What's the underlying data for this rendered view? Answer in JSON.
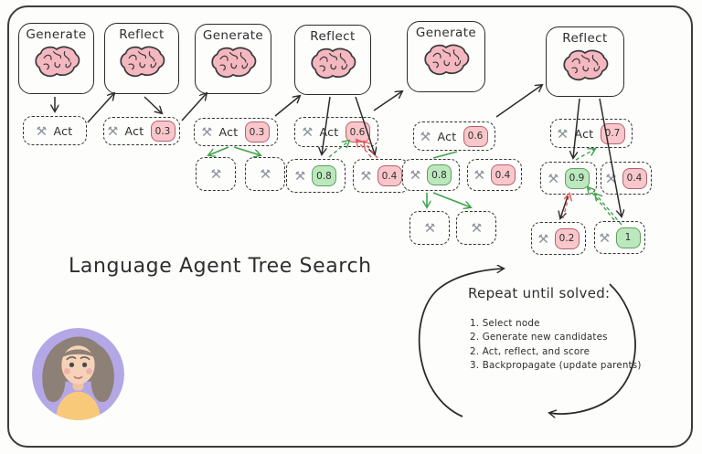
{
  "title": "Language Agent Tree Search",
  "panels": [
    {
      "label": "Generate"
    },
    {
      "label": "Reflect"
    },
    {
      "label": "Generate"
    },
    {
      "label": "Reflect"
    },
    {
      "label": "Generate"
    },
    {
      "label": "Reflect"
    }
  ],
  "act_label": "Act",
  "scores": {
    "act2": "0.3",
    "act3": "0.3",
    "act4": "0.6",
    "act5": "0.6",
    "act6": "0.7",
    "c4a": "0.8",
    "c4b": "0.4",
    "c5a": "0.8",
    "c5b": "0.4",
    "c6a": "0.9",
    "c6b": "0.4",
    "d6a": "0.2",
    "d6b": "1"
  },
  "note": {
    "heading": "Repeat until solved:",
    "items": [
      "1. Select node",
      "2. Generate new candidates",
      "2. Act, reflect, and score",
      "3. Backpropagate (update parents)"
    ]
  },
  "icons": {
    "tool": "hammer-and-pick-icon",
    "brain": "brain-icon",
    "avatar": "woman-avatar"
  },
  "colors": {
    "pink_fill": "#f9c7cb",
    "green_fill": "#bce8bd",
    "green_arrow": "#3fa24a",
    "red_arrow": "#e15b5b",
    "ink": "#2e2e2e",
    "avatar_bg": "#b4a7e5"
  }
}
